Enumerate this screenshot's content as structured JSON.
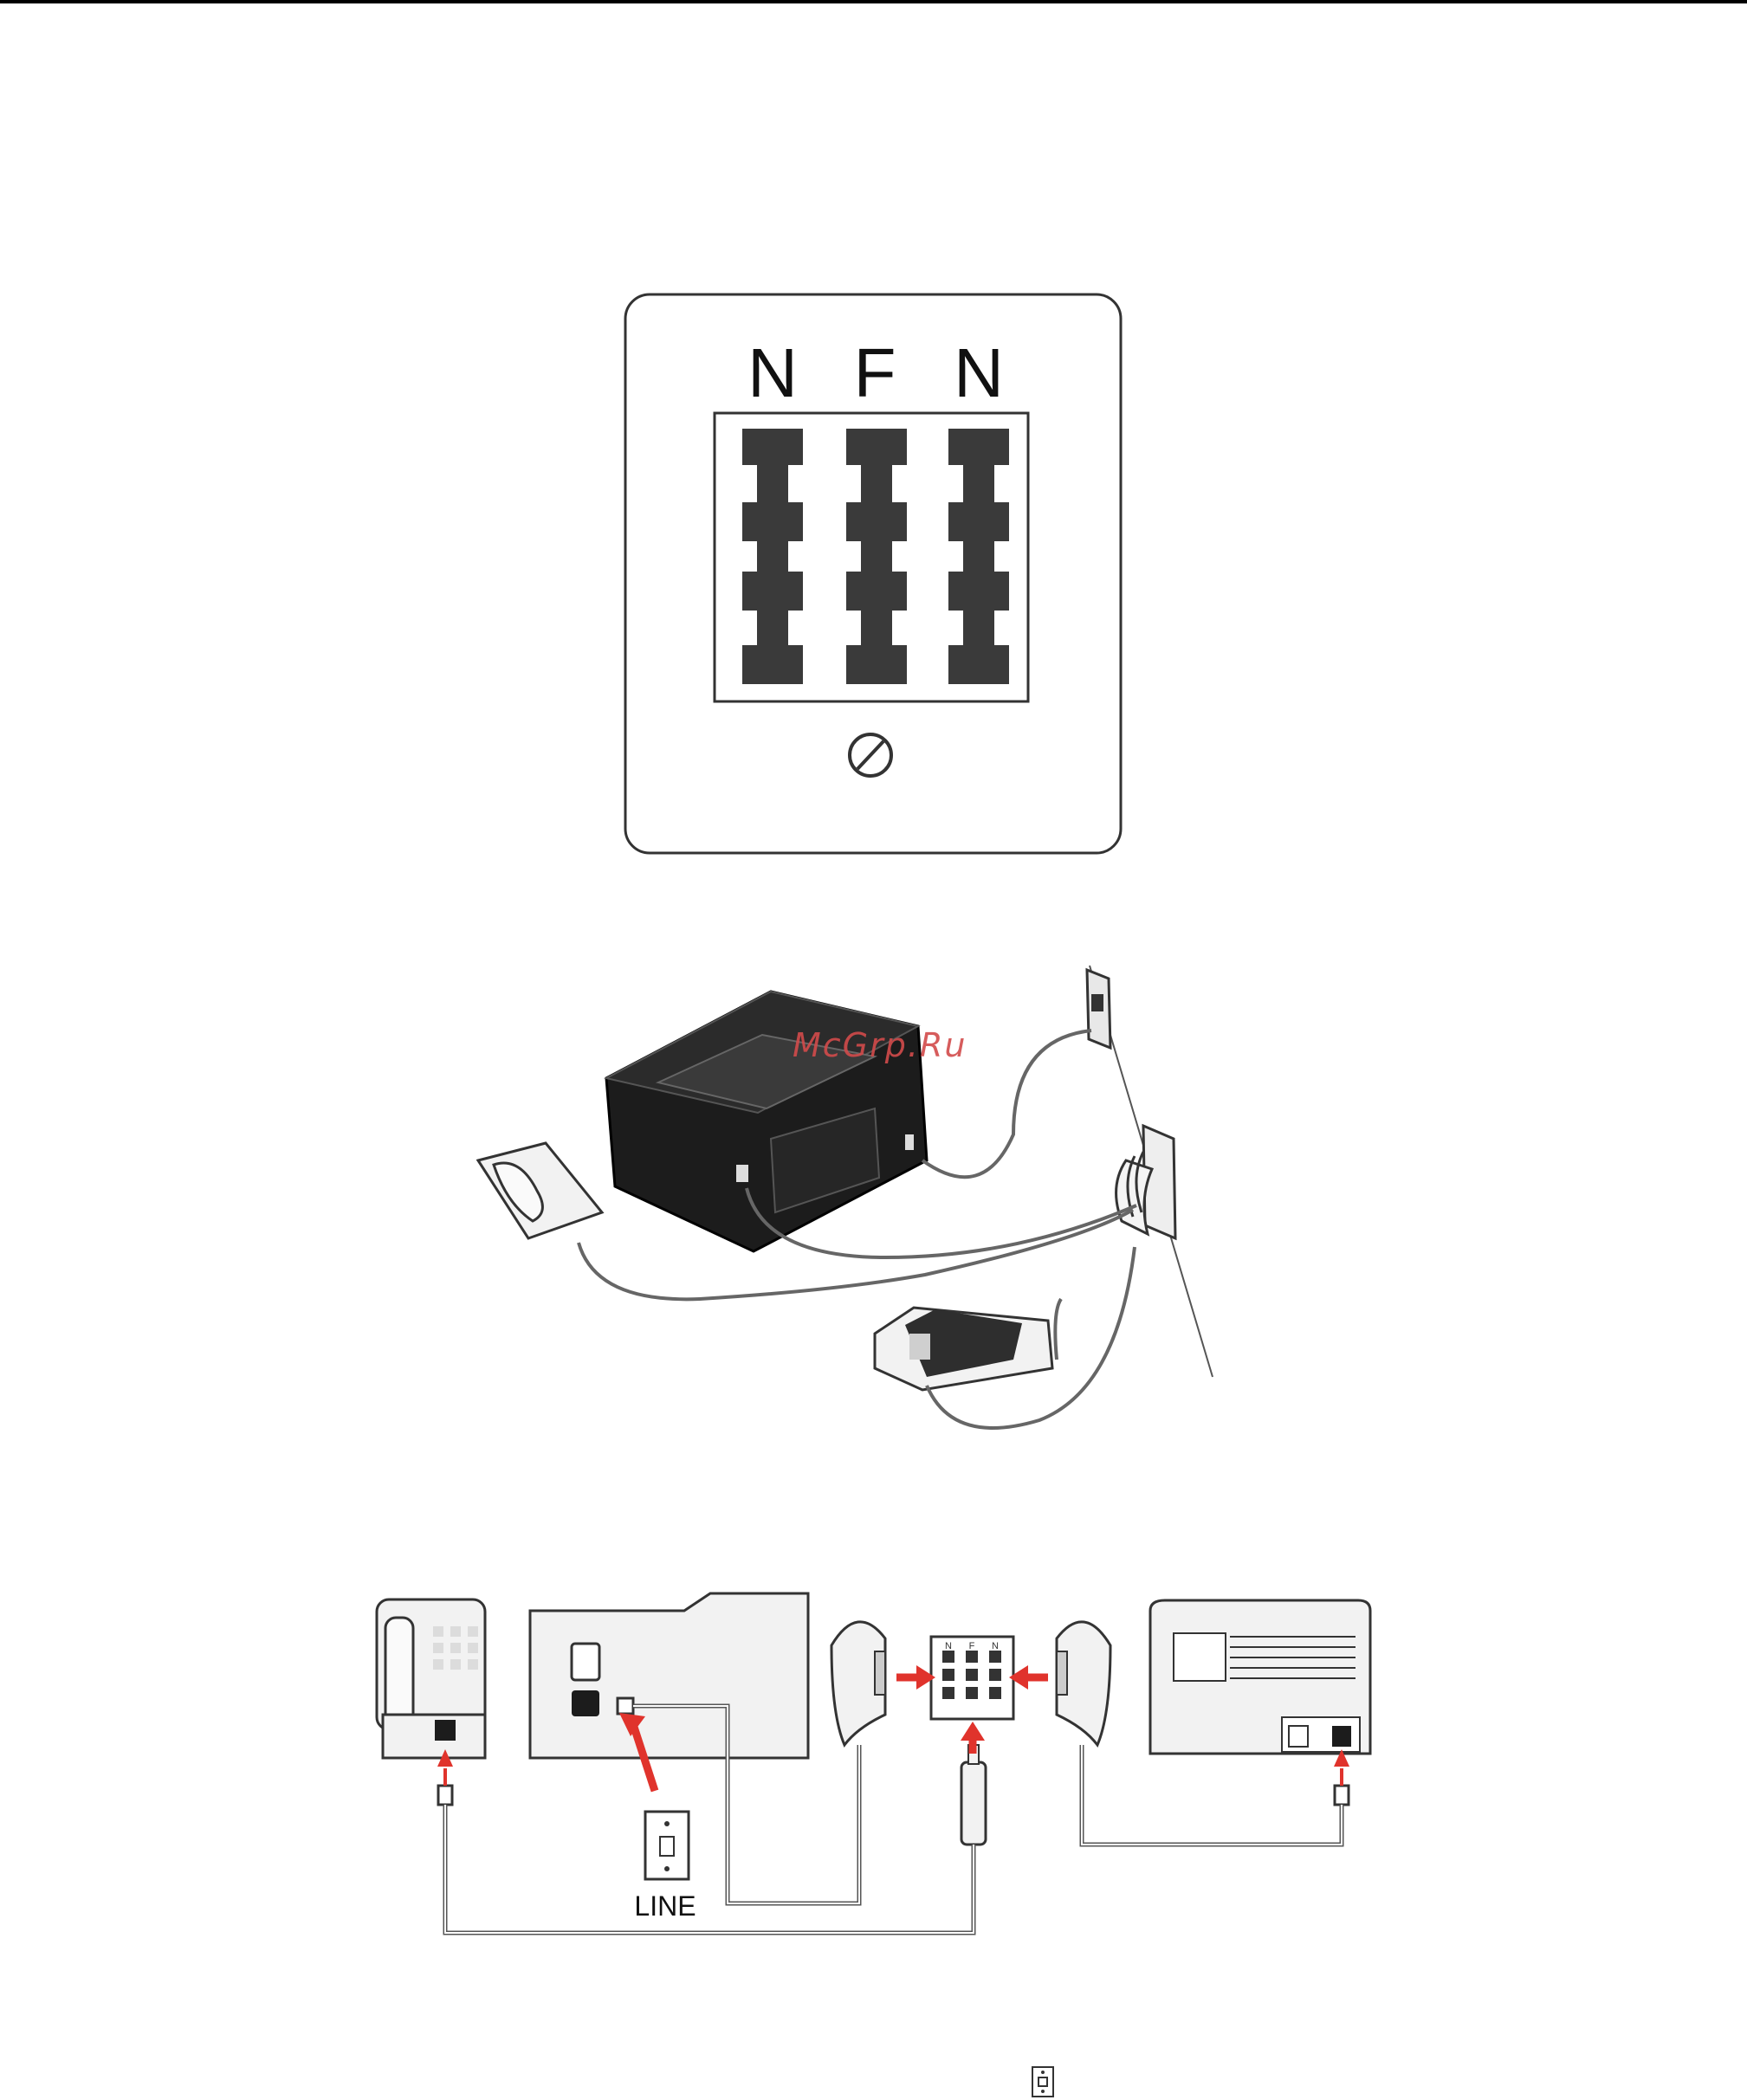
{
  "figure1": {
    "jack_labels": [
      "N",
      "F",
      "N"
    ]
  },
  "figure2": {
    "watermark": "McGrp.Ru"
  },
  "figure3": {
    "line_label": "LINE",
    "socket_labels": [
      "N",
      "F",
      "N"
    ]
  },
  "colors": {
    "arrow": "#e0332c",
    "device_fill": "#f2f2f2",
    "outline": "#333333",
    "cable": "#666666",
    "printer_body": "#1c1c1c"
  }
}
